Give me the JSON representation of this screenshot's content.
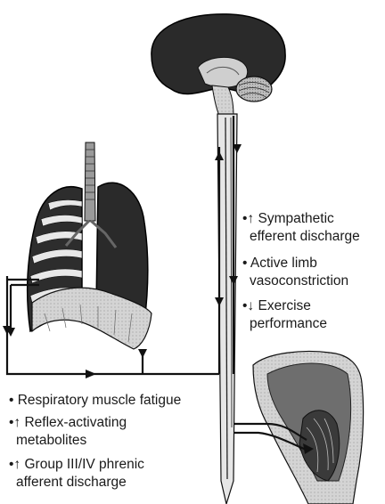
{
  "labels_right": [
    {
      "lines": [
        "•↑ Sympathetic",
        "efferent discharge"
      ]
    },
    {
      "lines": [
        "• Active limb",
        "vasoconstriction"
      ]
    },
    {
      "lines": [
        "•↓ Exercise",
        "performance"
      ]
    }
  ],
  "labels_left": [
    {
      "lines": [
        "• Respiratory muscle fatigue"
      ]
    },
    {
      "lines": [
        "•↑ Reflex-activating",
        "metabolites"
      ]
    },
    {
      "lines": [
        "•↑ Group III/IV phrenic",
        "afferent discharge"
      ]
    }
  ],
  "colors": {
    "dark": "#2a2a2a",
    "mid": "#8a8a8a",
    "light": "#cfcfcf",
    "line": "#111111"
  }
}
